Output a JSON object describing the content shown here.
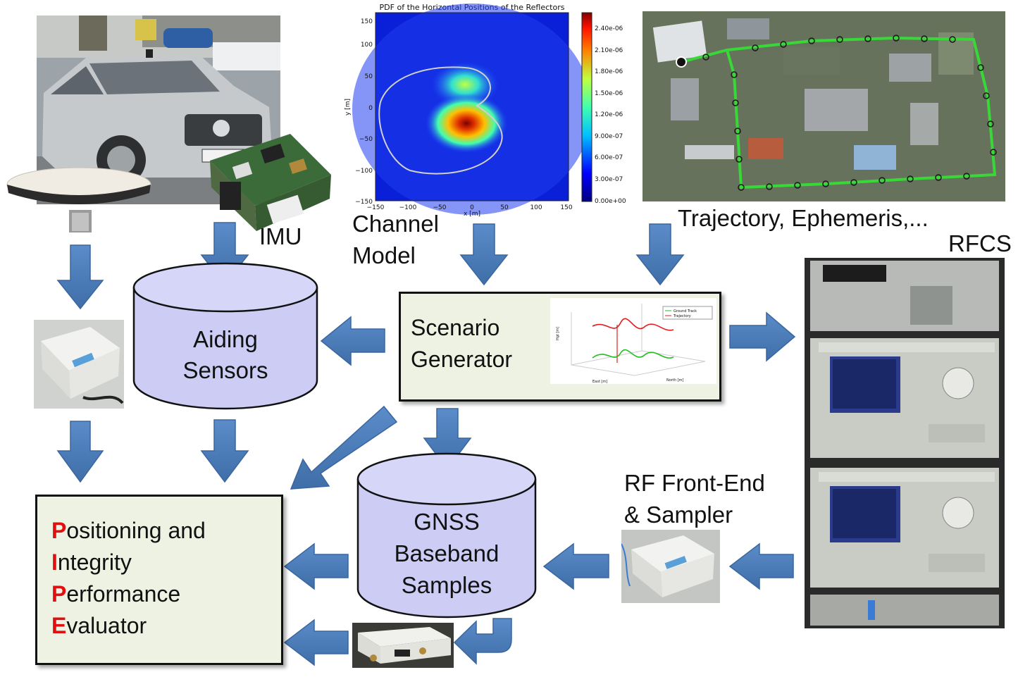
{
  "labels": {
    "imu": "IMU",
    "channel_model": [
      "Channel",
      "Model"
    ],
    "trajectory": "Trajectory, Ephemeris,...",
    "rfcs": "RFCS",
    "rf_frontend": [
      "RF Front-End",
      "& Sampler"
    ]
  },
  "nodes": {
    "aiding_sensors": [
      "Aiding",
      "Sensors"
    ],
    "scenario_generator": [
      "Scenario",
      "Generator"
    ],
    "gnss_samples": [
      "GNSS",
      "Baseband",
      "Samples"
    ],
    "piper": [
      {
        "cap": "P",
        "rest": "ositioning and"
      },
      {
        "cap": "I",
        "rest": "ntegrity"
      },
      {
        "cap": "P",
        "rest": "erformance"
      },
      {
        "cap": "E",
        "rest": "valuator"
      }
    ]
  },
  "heatmap": {
    "title": "PDF of the Horizontal Positions of the Reflectors",
    "xlabel": "x [m]",
    "ylabel": "y [m]",
    "xticks": [
      "−150",
      "−100",
      "−50",
      "0",
      "50",
      "100",
      "150"
    ],
    "yticks": [
      "150",
      "100",
      "50",
      "0",
      "−50",
      "−100",
      "−150"
    ],
    "colorbar_ticks": [
      "2.40e-06",
      "2.10e-06",
      "1.80e-06",
      "1.50e-06",
      "1.20e-06",
      "9.00e-07",
      "6.00e-07",
      "3.00e-07",
      "0.00e+00"
    ]
  },
  "mini_plot": {
    "legend": [
      "Ground Track",
      "Trajectory"
    ],
    "xlabel": "East [m]",
    "ylabel": "North [m]",
    "zlabel": "Hgt [m]"
  },
  "colors": {
    "arrow": "#4a7ab8",
    "cylinder": "#ccccf5",
    "box": "#eef2e3",
    "highlight": "#e01010"
  }
}
